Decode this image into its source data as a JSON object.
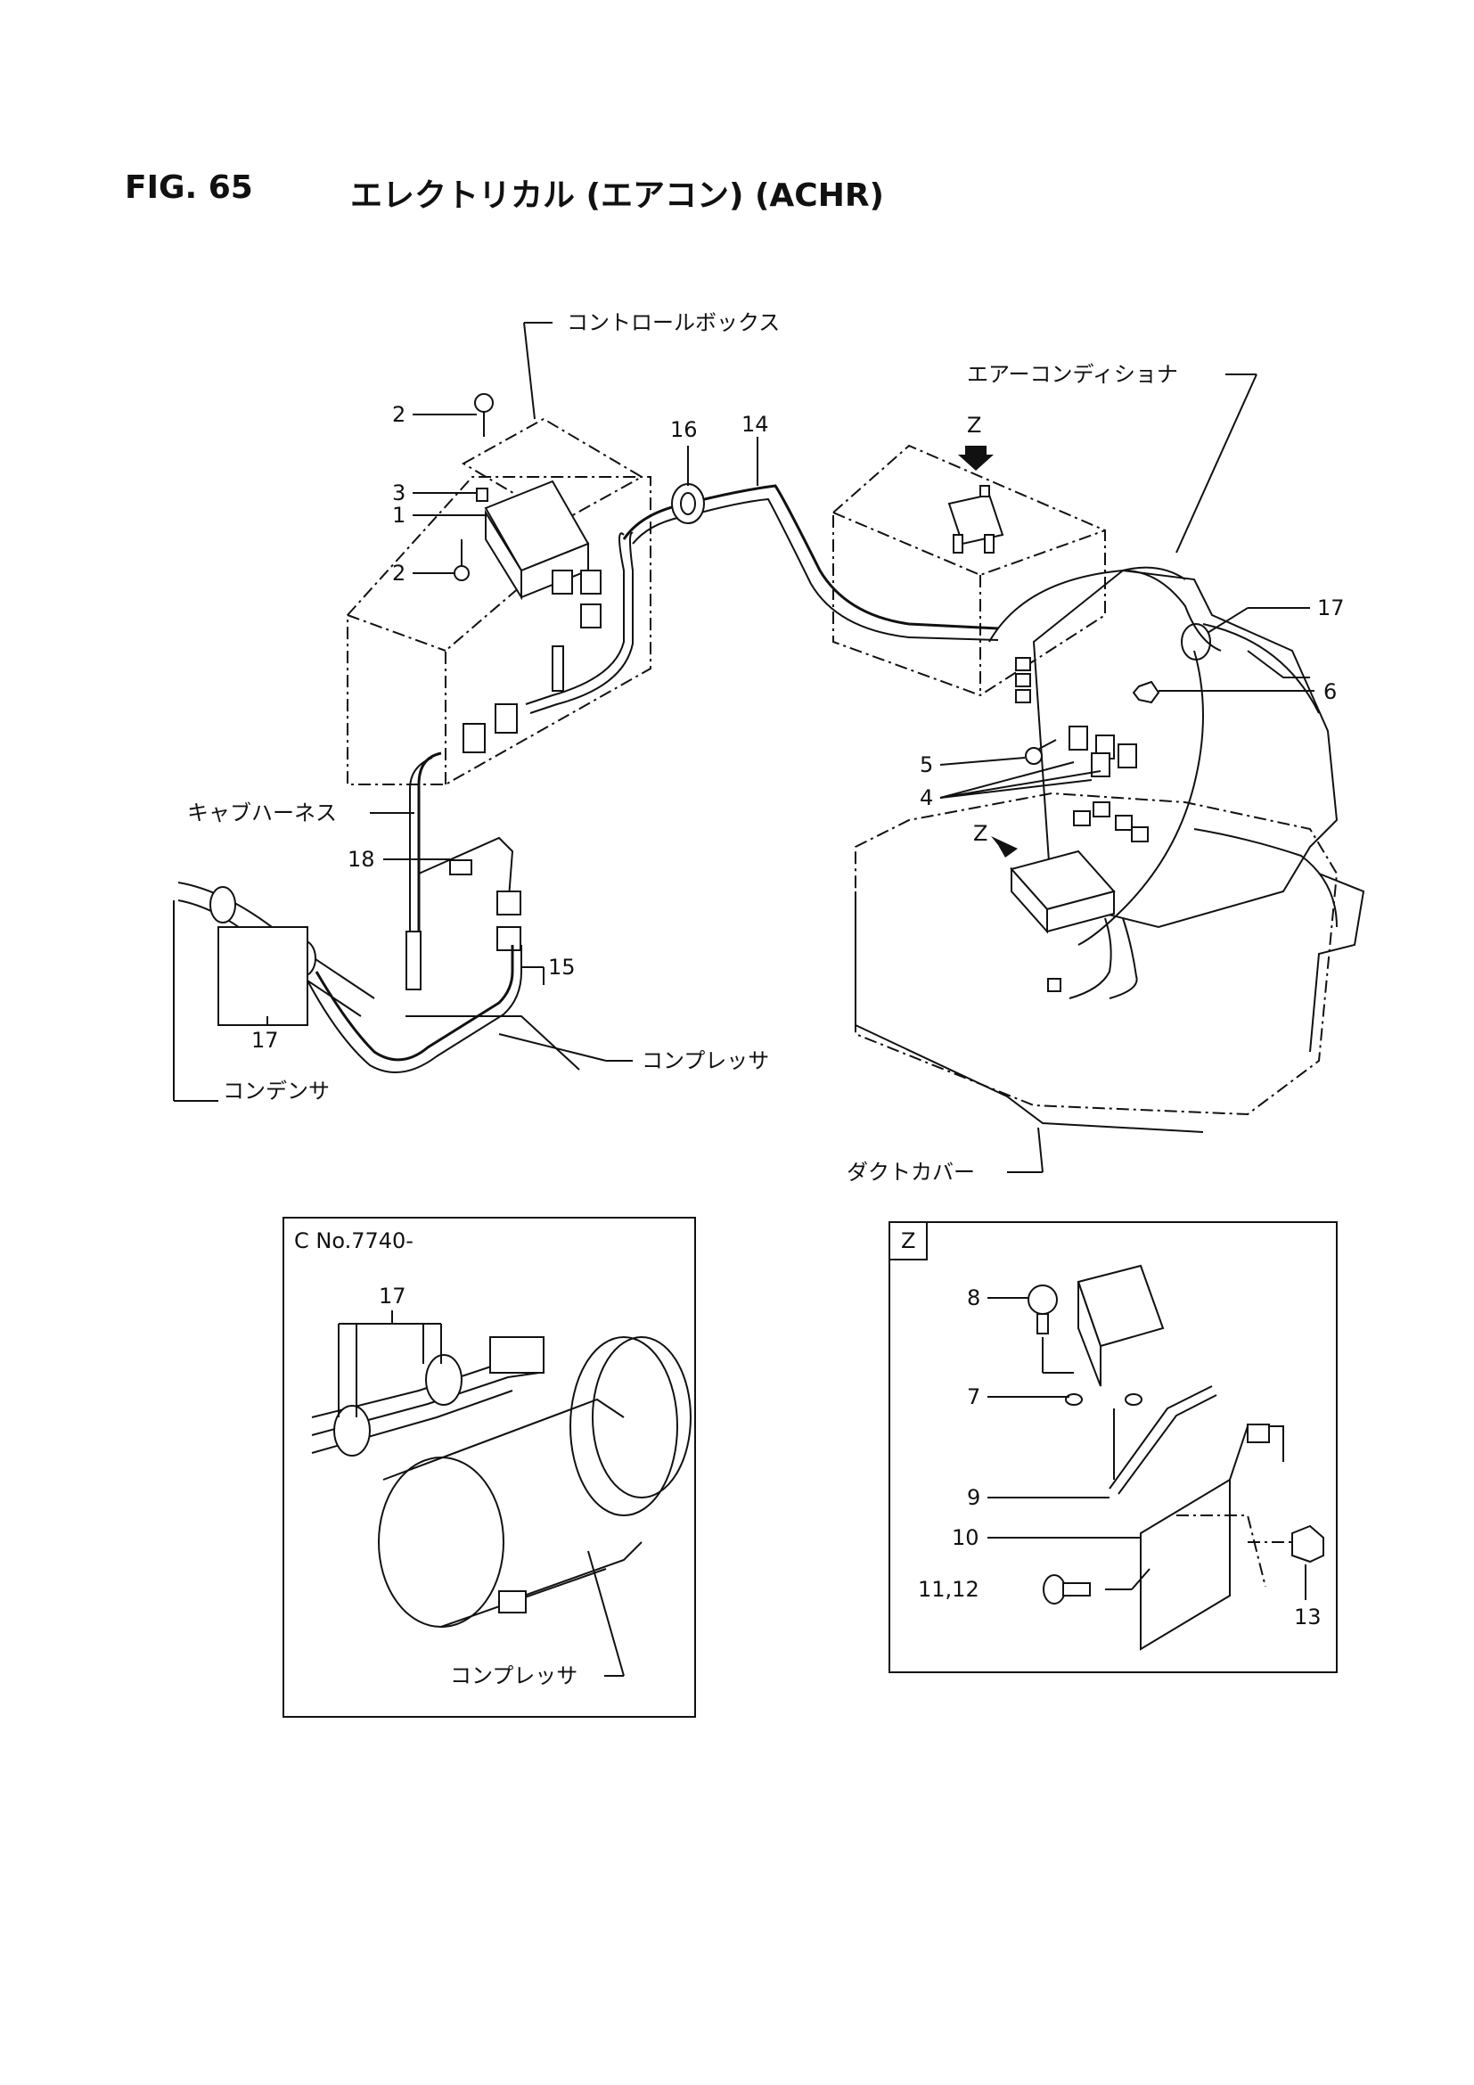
{
  "header": {
    "fig_number": "FIG. 65",
    "fig_title": "エレクトリカル (エアコン) (ACHR)"
  },
  "main_diagram": {
    "labels": {
      "control_box": "コントロールボックス",
      "air_conditioner": "エアーコンディショナ",
      "cab_harness": "キャブハーネス",
      "compressor": "コンプレッサ",
      "condenser": "コンデンサ",
      "duct_cover": "ダクトカバー",
      "view_z_top": "Z",
      "view_z_mid": "Z"
    },
    "callouts": {
      "c1": "1",
      "c2a": "2",
      "c2b": "2",
      "c3": "3",
      "c4": "4",
      "c5": "5",
      "c6": "6",
      "c14": "14",
      "c15": "15",
      "c16": "16",
      "c17a": "17",
      "c17b": "17",
      "c18": "18"
    }
  },
  "inset_left": {
    "title": "C No.7740-",
    "callout": "17",
    "compressor_label": "コンプレッサ"
  },
  "inset_right": {
    "tag": "Z",
    "callouts": {
      "c7": "7",
      "c8": "8",
      "c9": "9",
      "c10": "10",
      "c11_12": "11,12",
      "c13": "13"
    }
  }
}
